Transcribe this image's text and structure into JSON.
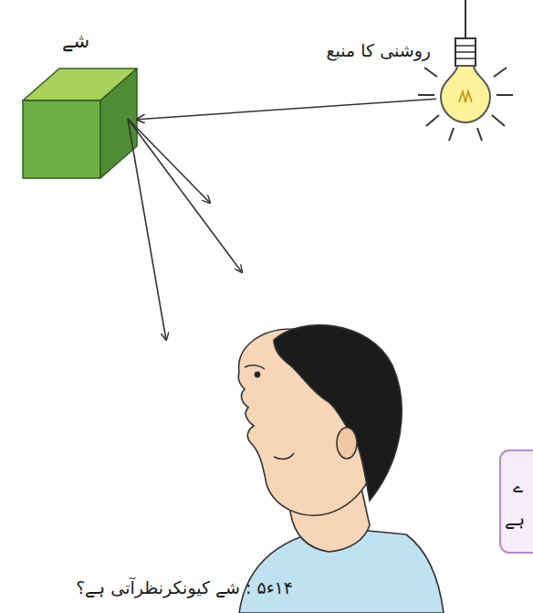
{
  "diagram": {
    "caption": "۱۴ء۵ : شے کیونکرنظرآتی ہے؟",
    "nodes": [
      {
        "text": [
          "روشنی کا منبع"
        ]
      },
      {
        "text": [
          "شے"
        ]
      },
      {
        "text": [
          "ے",
          "ہے"
        ]
      }
    ],
    "edges": [
      {
        "from": 0,
        "to": 1,
        "arrow": "to"
      }
    ]
  }
}
